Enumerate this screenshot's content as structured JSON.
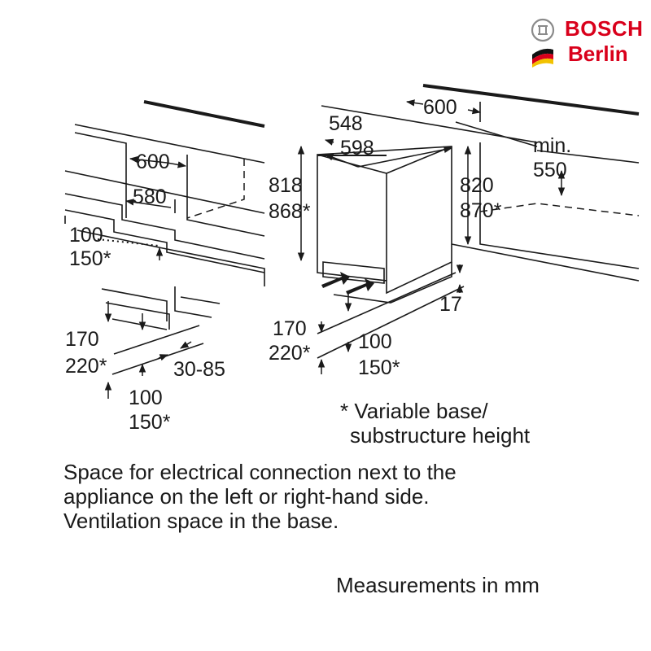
{
  "logo": {
    "brand": "BOSCH",
    "city": "Berlin",
    "brand_color": "#d9001b",
    "mark_icon": "bosch-armature-icon",
    "flag_icon": "german-flag-icon"
  },
  "dimensions": {
    "d600_left": "600",
    "d580": "580",
    "d100_150_left": [
      "100",
      "150*"
    ],
    "d170_220_lower": [
      "170",
      "220*"
    ],
    "d30_85": "30-85",
    "d100_150_bottom": [
      "100",
      "150*"
    ],
    "d548": "548",
    "d598": "598",
    "d600_top": "600",
    "min550": [
      "min.",
      "550"
    ],
    "d818_868": [
      "818",
      "868*"
    ],
    "d820_870": [
      "820",
      "870*"
    ],
    "d17": "17",
    "d170_220_center": [
      "170",
      "220*"
    ],
    "d100_150_center": [
      "100",
      "150*"
    ]
  },
  "note": [
    "* Variable base/",
    "substructure height"
  ],
  "explanation": [
    "Space for electrical connection next to the",
    "appliance on the left or right-hand side.",
    "Ventilation space in the base."
  ],
  "units": "Measurements in mm"
}
